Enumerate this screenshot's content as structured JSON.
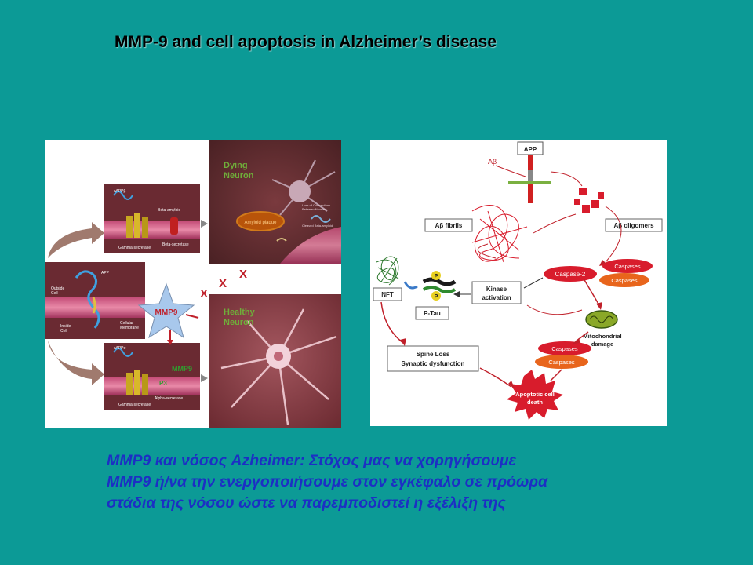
{
  "slide": {
    "title": "MMP-9 and cell apoptosis in Alzheimer’s disease",
    "caption_lines": [
      "MMP9 και νόσος Azheimer: Στόχος μας να χορηγήσουμε",
      "MMP9  ή/να την ενεργοποιήσουμε στον εγκέφαλο σε πρόωρα",
      "στάδια της νόσου ώστε να παρεμποδιστεί η εξέλιξη της"
    ]
  },
  "left_diagram": {
    "dying_neuron": [
      "Dying",
      "Neuron"
    ],
    "healthy_neuron": [
      "Healthy",
      "Neuron"
    ],
    "loss_label": [
      "Loss of Connections",
      "Between Neurons"
    ],
    "amyloid_plaque": "Amyloid plaque",
    "cleaved_label": "Cleaved Beta-amyloid",
    "top_box": {
      "sappb": "sAPPβ",
      "beta_amyloid": "Beta-amyloid",
      "beta_secretase": "Beta-secretase",
      "gamma_secretase": "Gamma-secretase"
    },
    "middle_box": {
      "app": "APP",
      "outside": [
        "Outside",
        "Cell"
      ],
      "inside": [
        "Inside",
        "Cell"
      ],
      "membrane": [
        "Cellular",
        "Membrane"
      ]
    },
    "bottom_box": {
      "sappa": "sAPPα",
      "p3": "P3",
      "alpha_secretase": "Alpha-secretase",
      "gamma_secretase": "Gamma-secretase",
      "green_label": "MMP9"
    },
    "star_label": "MMP9",
    "block_marks": [
      "X",
      "X",
      "X"
    ]
  },
  "right_diagram": {
    "app": "APP",
    "abeta": "Aβ",
    "ab_fibrils": "Aβ fibrils",
    "ab_oligomers": "Aβ oligomers",
    "caspase2": "Caspase-2",
    "caspases": "Caspases",
    "kinase": [
      "Kinase",
      "activation"
    ],
    "nft": "NFT",
    "ptau": "P-Tau",
    "p": "P",
    "mito": [
      "Mitochondrial",
      "damage"
    ],
    "spine": [
      "Spine Loss",
      "Synaptic dysfunction"
    ],
    "apoptotic": [
      "Apoptotic cell",
      "death"
    ]
  },
  "colors": {
    "background": "#0c9a96",
    "caption": "#1c2fc4",
    "red": "#c0202a",
    "orange": "#e8651c",
    "green": "#2f8a2f",
    "panel_bg": "#ffffff"
  }
}
